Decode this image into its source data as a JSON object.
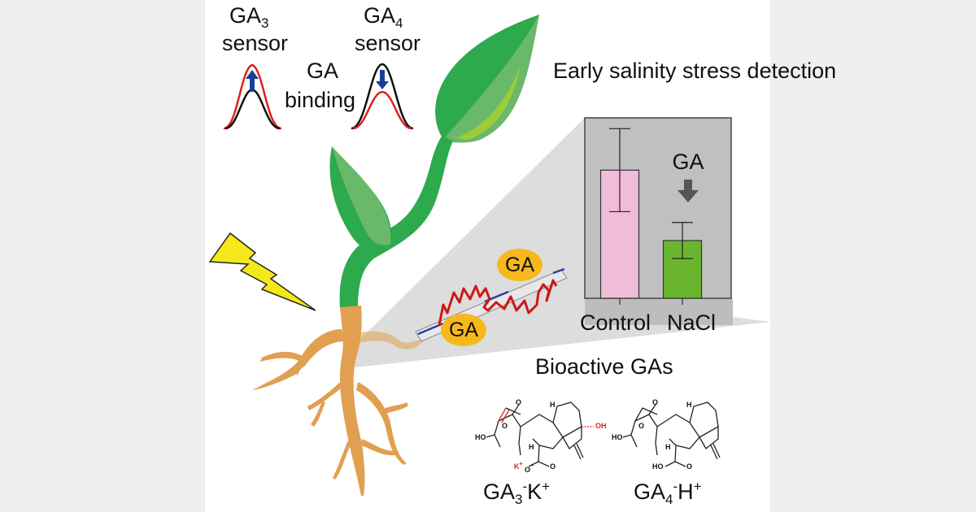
{
  "figure": {
    "sensors": {
      "ga3": {
        "name": "GA",
        "subscript": "3",
        "label": "sensor"
      },
      "ga4": {
        "name": "GA",
        "subscript": "4",
        "label": "sensor"
      },
      "binding_line1": "GA",
      "binding_line2": "binding"
    },
    "nanosensor": {
      "molecule_label_1": "GA",
      "molecule_label_2": "GA"
    },
    "stress_icon": "lightning-bolt-icon",
    "plant": {
      "parts": [
        "leaf",
        "leaf",
        "stem",
        "root"
      ]
    },
    "structures": {
      "title": "Bioactive GAs",
      "ga3": {
        "name": "GA",
        "subscript": "3",
        "superscript": "-",
        "counter_ion": "K",
        "counter_charge": "+",
        "atoms": {
          "ho": "HO",
          "oh": "OH",
          "o1": "O",
          "o2": "O",
          "h1": "H",
          "h2": "H",
          "k": "K",
          "ominus": "O",
          "o3": "O",
          "kplus": "+",
          "minus": "−"
        }
      },
      "ga4": {
        "name": "GA",
        "subscript": "4",
        "superscript": "-",
        "counter_ion": "H",
        "counter_charge": "+",
        "atoms": {
          "ho": "HO",
          "ho2": "HO",
          "o1": "O",
          "o2": "O",
          "h1": "H",
          "h2": "H",
          "o3": "O"
        }
      }
    },
    "colors": {
      "leaf_dark": "#2eaa4e",
      "leaf_light": "#6ab86a",
      "root": "#e0a050",
      "bolt": "#f5e81a",
      "pill": "#f7b81c",
      "control_bar": "#f0bcd8",
      "nacl_bar": "#6ab52e",
      "chart_bg": "#c0c0c0",
      "wedge": "#dddddd",
      "curve_red": "#e02020",
      "arrow_blue": "#1a3f9a"
    }
  },
  "chart_data": {
    "type": "bar",
    "title": "Early salinity stress detection",
    "categories": [
      "Control",
      "NaCl"
    ],
    "values": [
      71,
      32
    ],
    "errors": [
      23,
      10
    ],
    "ylim": [
      0,
      100
    ],
    "xlabel": "",
    "ylabel": "",
    "grid": false,
    "annotation": {
      "text": "GA",
      "arrow": "down",
      "target": "NaCl"
    }
  }
}
